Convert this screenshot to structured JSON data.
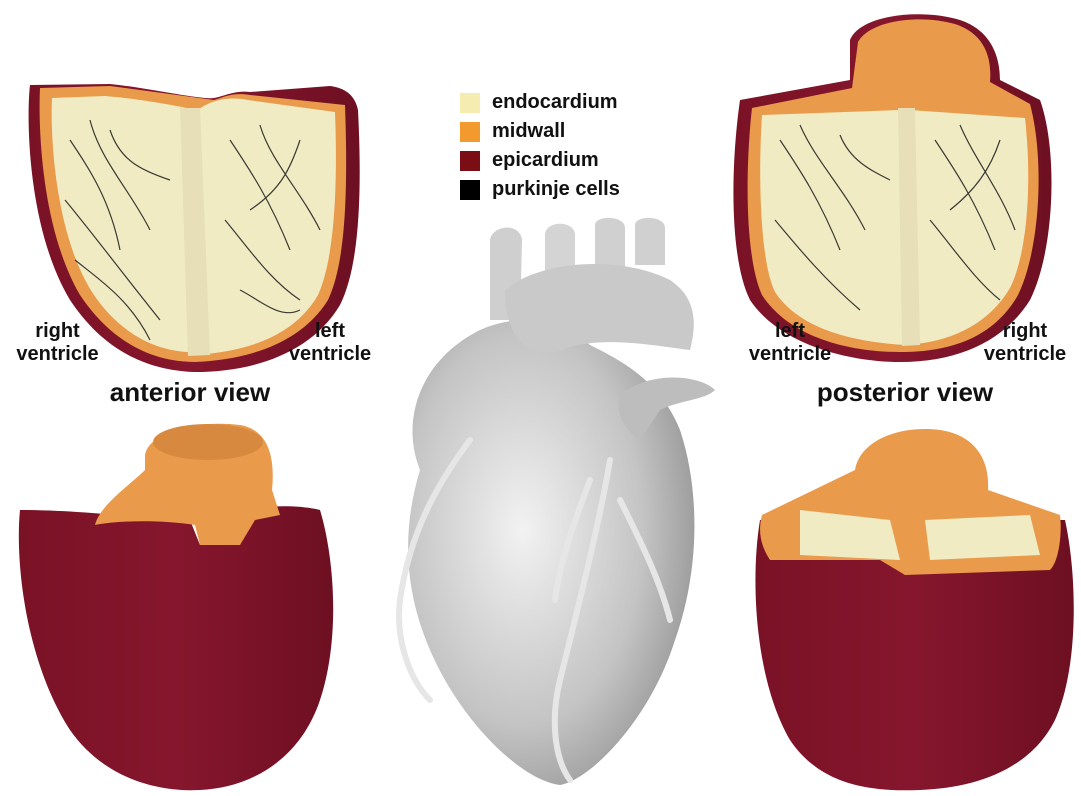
{
  "legend": [
    {
      "label": "endocardium",
      "color": "#F5EDB0"
    },
    {
      "label": "midwall",
      "color": "#F29A2E"
    },
    {
      "label": "epicardium",
      "color": "#7A0E14"
    },
    {
      "label": "purkinje cells",
      "color": "#000000"
    }
  ],
  "anterior": {
    "title": "anterior view",
    "left_label": "right\nventricle",
    "right_label": "left\nventricle"
  },
  "posterior": {
    "title": "posterior view",
    "left_label": "left\nventricle",
    "right_label": "right\nventricle"
  },
  "colors": {
    "endocardium": "#F1EBC4",
    "midwall": "#E99A4A",
    "epicardium": "#7E1228",
    "purkinje": "#1a1a1a",
    "anatomy_gray": "#BDBDBD"
  }
}
